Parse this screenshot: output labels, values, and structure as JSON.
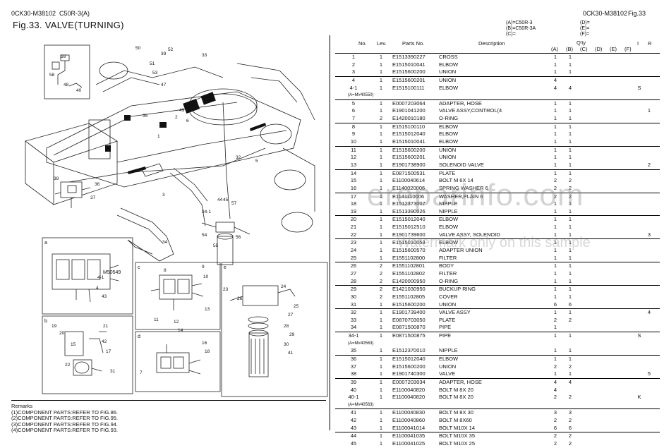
{
  "header": {
    "doc_code": "0CK30-M38102",
    "model": "C50R-3(A)",
    "title": "Fig.33.  VALVE(TURNING)",
    "doc_code_right": "0CK30-M38102",
    "fig_right": "Fig.33"
  },
  "legend": {
    "left": [
      "(A)=C50R-3",
      "(B)=C50R-3A",
      "(C)="
    ],
    "right": [
      "(D)=",
      "(E)=",
      "(F)="
    ]
  },
  "table_header": {
    "no": "No.",
    "lev": "Lev.",
    "parts_no": "Parts No.",
    "description": "Description",
    "qty": "Q'ty",
    "a": "(A)",
    "b": "(B)",
    "c": "(C)",
    "d": "(D)",
    "e": "(E)",
    "f": "(F)",
    "i": "I",
    "r": "R"
  },
  "rows": [
    {
      "no": "1",
      "lev": "1",
      "pn": "E1513390227",
      "desc": "CROSS",
      "a": "1",
      "b": "1",
      "i": "",
      "r": ""
    },
    {
      "no": "2",
      "lev": "1",
      "pn": "E1515010041",
      "desc": "ELBOW",
      "a": "1",
      "b": "1",
      "i": "",
      "r": ""
    },
    {
      "no": "3",
      "lev": "1",
      "pn": "E1515600200",
      "desc": "UNION",
      "a": "1",
      "b": "1",
      "i": "",
      "r": ""
    },
    {
      "no": "4",
      "lev": "1",
      "pn": "E1515600201",
      "desc": "UNION",
      "a": "4",
      "b": "",
      "i": "",
      "r": "",
      "sep": true
    },
    {
      "no": "4-1",
      "lev": "1",
      "pn": "E1515100111",
      "desc": "ELBOW",
      "a": "4",
      "b": "4",
      "i": "S",
      "r": ""
    },
    {
      "note": "(A=M#40550)"
    },
    {
      "no": "5",
      "lev": "1",
      "pn": "E0007203064",
      "desc": "ADAPTER, HOSE",
      "a": "1",
      "b": "1",
      "i": "",
      "r": "",
      "sep": true
    },
    {
      "no": "6",
      "lev": "1",
      "pn": "E1901041200",
      "desc": "VALVE ASSY,CONTROL(4",
      "a": "1",
      "b": "1",
      "i": "",
      "r": "1"
    },
    {
      "no": "7",
      "lev": "2",
      "pn": "E1420010180",
      "desc": "O-RING",
      "a": "1",
      "b": "1",
      "i": "",
      "r": ""
    },
    {
      "no": "8",
      "lev": "1",
      "pn": "E1515100110",
      "desc": "ELBOW",
      "a": "1",
      "b": "1",
      "i": "",
      "r": "",
      "sep": true
    },
    {
      "no": "9",
      "lev": "1",
      "pn": "E1515012040",
      "desc": "ELBOW",
      "a": "1",
      "b": "1",
      "i": "",
      "r": ""
    },
    {
      "no": "10",
      "lev": "1",
      "pn": "E1515010041",
      "desc": "ELBOW",
      "a": "1",
      "b": "1",
      "i": "",
      "r": ""
    },
    {
      "no": "11",
      "lev": "1",
      "pn": "E1515600200",
      "desc": "UNION",
      "a": "1",
      "b": "1",
      "i": "",
      "r": "",
      "sep": true
    },
    {
      "no": "12",
      "lev": "1",
      "pn": "E1515600201",
      "desc": "UNION",
      "a": "1",
      "b": "1",
      "i": "",
      "r": ""
    },
    {
      "no": "13",
      "lev": "1",
      "pn": "E1901738900",
      "desc": "SOLENOID VALVE",
      "a": "1",
      "b": "1",
      "i": "",
      "r": "2"
    },
    {
      "no": "14",
      "lev": "1",
      "pn": "E0871500531",
      "desc": "PLATE",
      "a": "1",
      "b": "1",
      "i": "",
      "r": "",
      "sep": true
    },
    {
      "no": "15",
      "lev": "1",
      "pn": "E1100040614",
      "desc": "BOLT M 6X 14",
      "a": "2",
      "b": "2",
      "i": "",
      "r": ""
    },
    {
      "no": "16",
      "lev": "1",
      "pn": "E1140020006",
      "desc": "SPRING WASHER  6",
      "a": "2",
      "b": "2",
      "i": "",
      "r": ""
    },
    {
      "no": "17",
      "lev": "1",
      "pn": "E1141110006",
      "desc": "WASHER,PLAIN 6",
      "a": "2",
      "b": "2",
      "i": "",
      "r": "",
      "sep": true
    },
    {
      "no": "18",
      "lev": "1",
      "pn": "E1512373007",
      "desc": "NIPPLE",
      "a": "1",
      "b": "1",
      "i": "",
      "r": ""
    },
    {
      "no": "19",
      "lev": "1",
      "pn": "E1513390026",
      "desc": "NIPPLE",
      "a": "1",
      "b": "1",
      "i": "",
      "r": ""
    },
    {
      "no": "20",
      "lev": "1",
      "pn": "E1515012040",
      "desc": "ELBOW",
      "a": "1",
      "b": "1",
      "i": "",
      "r": "",
      "sep": true
    },
    {
      "no": "21",
      "lev": "1",
      "pn": "E1515012510",
      "desc": "ELBOW",
      "a": "1",
      "b": "1",
      "i": "",
      "r": ""
    },
    {
      "no": "22",
      "lev": "1",
      "pn": "E1901739600",
      "desc": "VALVE ASSY, SOLENOID",
      "a": "1",
      "b": "1",
      "i": "",
      "r": "3"
    },
    {
      "no": "23",
      "lev": "1",
      "pn": "E1515010053",
      "desc": "ELBOW",
      "a": "1",
      "b": "1",
      "i": "",
      "r": "",
      "sep": true
    },
    {
      "no": "24",
      "lev": "1",
      "pn": "E1515600570",
      "desc": "ADAPTER UNION",
      "a": "1",
      "b": "1",
      "i": "",
      "r": ""
    },
    {
      "no": "25",
      "lev": "1",
      "pn": "E1551102800",
      "desc": "FILTER",
      "a": "1",
      "b": "1",
      "i": "",
      "r": ""
    },
    {
      "no": "26",
      "lev": "2",
      "pn": "E1551102801",
      "desc": "BODY",
      "a": "1",
      "b": "1",
      "i": "",
      "r": "",
      "sep": true
    },
    {
      "no": "27",
      "lev": "2",
      "pn": "E1551102802",
      "desc": "FILTER",
      "a": "1",
      "b": "1",
      "i": "",
      "r": ""
    },
    {
      "no": "28",
      "lev": "2",
      "pn": "E1420000950",
      "desc": "O-RING",
      "a": "1",
      "b": "1",
      "i": "",
      "r": ""
    },
    {
      "no": "29",
      "lev": "2",
      "pn": "E1421030950",
      "desc": "BUCKUP RING",
      "a": "1",
      "b": "1",
      "i": "",
      "r": "",
      "sep": true
    },
    {
      "no": "30",
      "lev": "2",
      "pn": "E1551102805",
      "desc": "COVER",
      "a": "1",
      "b": "1",
      "i": "",
      "r": ""
    },
    {
      "no": "31",
      "lev": "1",
      "pn": "E1515600200",
      "desc": "UNION",
      "a": "6",
      "b": "6",
      "i": "",
      "r": ""
    },
    {
      "no": "32",
      "lev": "1",
      "pn": "E1901739400",
      "desc": "VALVE ASSY",
      "a": "1",
      "b": "1",
      "i": "",
      "r": "4",
      "sep": true
    },
    {
      "no": "33",
      "lev": "1",
      "pn": "E0870703050",
      "desc": "PLATE",
      "a": "2",
      "b": "2",
      "i": "",
      "r": ""
    },
    {
      "no": "34",
      "lev": "1",
      "pn": "E0871500870",
      "desc": "PIPE",
      "a": "1",
      "b": "",
      "i": "",
      "r": ""
    },
    {
      "no": "34-1",
      "lev": "1",
      "pn": "E0871500875",
      "desc": "PIPE",
      "a": "1",
      "b": "1",
      "i": "S",
      "r": "",
      "sep": true
    },
    {
      "note": "(A=M#40563)"
    },
    {
      "no": "35",
      "lev": "1",
      "pn": "E1512370010",
      "desc": "NIPPLE",
      "a": "1",
      "b": "1",
      "i": "",
      "r": ""
    },
    {
      "no": "36",
      "lev": "1",
      "pn": "E1515012040",
      "desc": "ELBOW",
      "a": "1",
      "b": "1",
      "i": "",
      "r": "",
      "sep": true
    },
    {
      "no": "37",
      "lev": "1",
      "pn": "E1515600200",
      "desc": "UNION",
      "a": "2",
      "b": "2",
      "i": "",
      "r": ""
    },
    {
      "no": "38",
      "lev": "1",
      "pn": "E1901740300",
      "desc": "VALVE",
      "a": "1",
      "b": "1",
      "i": "",
      "r": "5"
    },
    {
      "no": "39",
      "lev": "1",
      "pn": "E0007203034",
      "desc": "ADAPTER, HOSE",
      "a": "4",
      "b": "4",
      "i": "",
      "r": "",
      "sep": true
    },
    {
      "no": "40",
      "lev": "1",
      "pn": "E1100040820",
      "desc": "BOLT M 8X 20",
      "a": "4",
      "b": "",
      "i": "",
      "r": ""
    },
    {
      "no": "40-1",
      "lev": "1",
      "pn": "E1100040820",
      "desc": "BOLT M 8X 20",
      "a": "2",
      "b": "2",
      "i": "K",
      "r": ""
    },
    {
      "note": "(A=M#40563)"
    },
    {
      "no": "41",
      "lev": "1",
      "pn": "E1100040830",
      "desc": "BOLT M 8X 30",
      "a": "3",
      "b": "3",
      "i": "",
      "r": "",
      "sep": true
    },
    {
      "no": "42",
      "lev": "1",
      "pn": "E1100040860",
      "desc": "BOLT M 8X60",
      "a": "2",
      "b": "2",
      "i": "",
      "r": ""
    },
    {
      "no": "43",
      "lev": "1",
      "pn": "E1100041014",
      "desc": "BOLT M10X 14",
      "a": "6",
      "b": "6",
      "i": "",
      "r": ""
    },
    {
      "no": "44",
      "lev": "1",
      "pn": "E1100041035",
      "desc": "BOLT M10X 35",
      "a": "2",
      "b": "2",
      "i": "",
      "r": "",
      "sep": true
    },
    {
      "no": "45",
      "lev": "1",
      "pn": "E1100041025",
      "desc": "BOLT M10X 25",
      "a": "2",
      "b": "2",
      "i": "",
      "r": ""
    }
  ],
  "remarks": {
    "title": "Remarks",
    "lines": [
      "(1)COMPONENT PARTS:REFER TO FIG.86.",
      "(2)COMPONENT PARTS:REFER TO FIG.95.",
      "(3)COMPONENT PARTS:REFER TO FIG.94.",
      "(4)COMPONENT PARTS:REFER TO FIG.93."
    ]
  },
  "watermark": {
    "line1": "ereparinfo.com",
    "line2": "Watermark only on this sample"
  },
  "diagram_labels": {
    "inset_a": "a",
    "inset_b": "b",
    "inset_c": "c",
    "inset_d": "d",
    "inset_e": "e",
    "part_ref": "M50549",
    "callouts": [
      "59",
      "58",
      "48",
      "40",
      "50",
      "39",
      "52",
      "51",
      "53",
      "33",
      "47",
      "49",
      "35",
      "2",
      "6",
      "1",
      "3",
      "34",
      "34-1",
      "57",
      "44",
      "54",
      "56",
      "55",
      "45",
      "36",
      "37",
      "38",
      "5",
      "32",
      "4-1",
      "4",
      "19",
      "20",
      "21",
      "42",
      "15",
      "17",
      "22",
      "31",
      "7",
      "8",
      "9",
      "10",
      "11",
      "12",
      "13",
      "14",
      "16",
      "18",
      "23",
      "24",
      "25",
      "26",
      "27",
      "28",
      "29",
      "30",
      "41",
      "43"
    ]
  }
}
